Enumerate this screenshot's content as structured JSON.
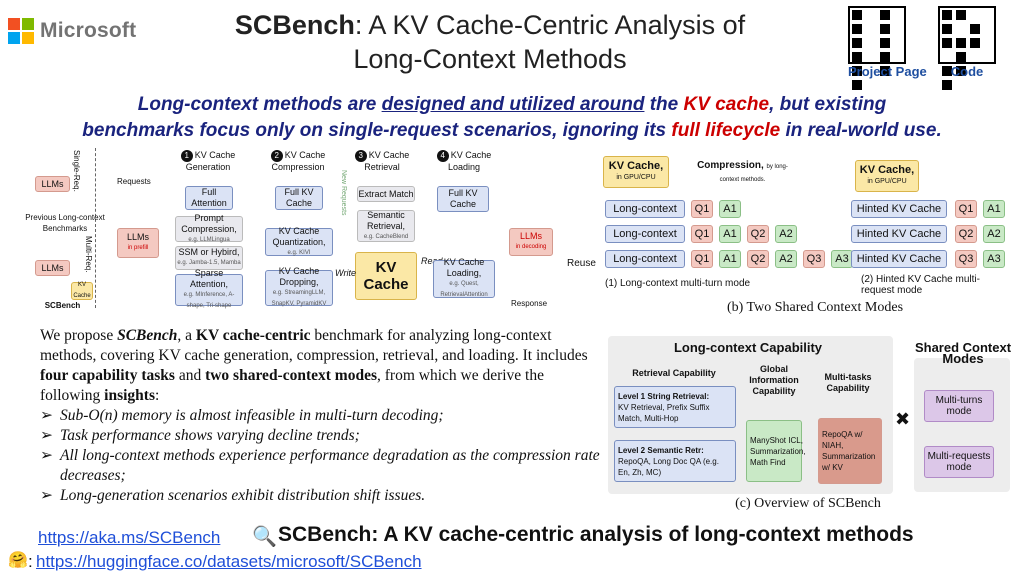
{
  "header": {
    "logo_text": "Microsoft",
    "logo_colors": [
      "#f25022",
      "#7fba00",
      "#00a4ef",
      "#ffb900"
    ],
    "title_bold": "SCBench",
    "title_rest": ": A KV Cache-Centric Analysis of",
    "title_line2": "Long-Context Methods",
    "qr_labels": [
      "Project Page",
      "Code"
    ]
  },
  "tagline": {
    "p1": "Long-context methods are ",
    "p2": "designed and utilized around",
    "p3": " the ",
    "p4": "KV cache",
    "p5": ", but existing",
    "p6": "benchmarks focus only on single-request scenarios, ignoring its ",
    "p7": "full lifecycle",
    "p8": " in real-world use."
  },
  "lifecycle": {
    "left_labels": {
      "single_req": "Single-Req.",
      "llms": "LLMs",
      "prev": "Previous Long-context Benchmarks",
      "multi_req": "Multi-Req.",
      "llms2": "LLMs",
      "kv": "KV Cache",
      "scbench": "SCBench",
      "requests": "Requests"
    },
    "prefill": {
      "name": "LLMs",
      "sub": "in prefill"
    },
    "steps": [
      {
        "num": "1",
        "title": "KV Cache Generation"
      },
      {
        "num": "2",
        "title": "KV Cache Compression"
      },
      {
        "num": "3",
        "title": "KV Cache Retrieval"
      },
      {
        "num": "4",
        "title": "KV Cache Loading"
      }
    ],
    "gen": [
      {
        "t": "Full Attention",
        "s": ""
      },
      {
        "t": "Prompt Compression,",
        "s": "e.g. LLMLingua"
      },
      {
        "t": "SSM or Hybird,",
        "s": "e.g. Jamba-1.5, Mamba"
      },
      {
        "t": "Sparse Attention,",
        "s": "e.g. MInference, A-shape, Tri-shape"
      }
    ],
    "comp": [
      {
        "t": "Full KV Cache",
        "s": ""
      },
      {
        "t": "KV Cache Quantization,",
        "s": "e.g. KIVI"
      },
      {
        "t": "KV Cache Dropping,",
        "s": "e.g. StreamingLLM, SnapKV, PyramidKV"
      }
    ],
    "retr": [
      {
        "t": "Extract Match",
        "s": ""
      },
      {
        "t": "Semantic Retrieval,",
        "s": "e.g. CacheBlend"
      }
    ],
    "load": [
      {
        "t": "Full KV Cache",
        "s": ""
      },
      {
        "t": "KV Cache Loading,",
        "s": "e.g. Quest, RetrievalAttention"
      }
    ],
    "kv_center": "KV Cache",
    "write": "Write",
    "read": "Read",
    "new_requests": "New Requests",
    "decoding": {
      "name": "LLMs",
      "sub": "in decoding"
    },
    "response": "Response"
  },
  "body": {
    "p1a": "We propose ",
    "p1b": "SCBench",
    "p1c": ", a ",
    "p1d": "KV cache-centric",
    "p1e": " benchmark for analyzing long-context methods, covering KV cache generation, compression, retrieval, and loading. It includes ",
    "p1f": "four capability tasks",
    "p1g": " and ",
    "p1h": "two shared-context modes",
    "p1i": ", from which we derive the following ",
    "p1j": "insights",
    "p1k": ":",
    "insights": [
      "Sub-O(n) memory is almost infeasible in multi-turn decoding;",
      "Task performance shows varying decline trends;",
      "All long-context methods experience performance degradation as the compression rate decreases;",
      "Long-generation scenarios exhibit distribution shift issues."
    ]
  },
  "shared_modes": {
    "kv1": "KV Cache,",
    "kv1_sub": "in GPU/CPU",
    "compression": "Compression,",
    "compression_sub": "by long-context methods.",
    "kv2": "KV Cache,",
    "kv2_sub": "in GPU/CPU",
    "reuse": "Reuse",
    "ctx": "Long-context",
    "hinted": "Hinted KV Cache",
    "q": [
      "Q1",
      "Q2",
      "Q3"
    ],
    "a": [
      "A1",
      "A2",
      "A3"
    ],
    "cap1": "(1) Long-context multi-turn mode",
    "cap2": "(2) Hinted KV Cache multi-request mode",
    "caption": "(b) Two Shared Context Modes"
  },
  "overview": {
    "head": "Long-context Capability",
    "retrieval": "Retrieval Capability",
    "l1_title": "Level 1 String Retrieval:",
    "l1_body": "KV Retrieval, Prefix Suffix Match, Multi-Hop",
    "l2_title": "Level 2 Semantic Retr:",
    "l2_body": "RepoQA, Long Doc QA (e.g. En, Zh, MC)",
    "global": "Global Information Capability",
    "global_box": "ManyShot ICL, Summarization, Math Find",
    "multi": "Multi-tasks Capability",
    "multi_box": "RepoQA w/ NIAH, Summarization w/ KV",
    "times": "✖",
    "shared": "Shared Context Modes",
    "m1": "Multi-turns mode",
    "m2": "Multi-requests mode",
    "caption": "(c) Overview of SCBench"
  },
  "footer": {
    "link1": "https://aka.ms/SCBench",
    "search_icon": "search-icon",
    "big": "SCBench: A KV cache-centric analysis of long-context methods",
    "hf_icon": "hugging-face-icon",
    "sep": ":",
    "link2": "https://huggingface.co/datasets/microsoft/SCBench"
  }
}
